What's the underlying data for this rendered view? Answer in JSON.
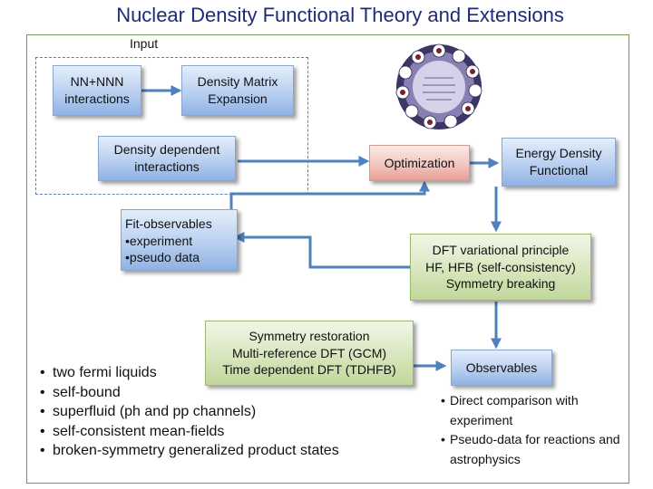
{
  "title": "Nuclear Density Functional Theory and Extensions",
  "input_label": "Input",
  "boxes": {
    "nn_nnn": "NN+NNN interactions",
    "density_matrix": "Density Matrix Expansion",
    "density_dependent": "Density dependent interactions",
    "optimization": "Optimization",
    "edf": "Energy Density Functional",
    "fit_observables": {
      "heading": "Fit-observables",
      "items": [
        "experiment",
        "pseudo data"
      ]
    },
    "dft_variational": [
      "DFT variational principle",
      "HF, HFB (self-consistency)",
      "Symmetry breaking"
    ],
    "symmetry_restoration": [
      "Symmetry restoration",
      "Multi-reference DFT (GCM)",
      "Time dependent DFT (TDHFB)"
    ],
    "observables": "Observables"
  },
  "properties": [
    "two fermi liquids",
    "self-bound",
    "superfluid (ph and pp channels)",
    "self-consistent mean-fields",
    "broken-symmetry generalized product states"
  ],
  "observable_uses": [
    "Direct comparison with experiment",
    "Pseudo-data for reactions and astrophysics"
  ],
  "colors": {
    "title": "#1f2a7a",
    "arrow": "#4f81bd",
    "panel_border": "#6d9a55",
    "dashed_border": "#5a7fc0"
  }
}
